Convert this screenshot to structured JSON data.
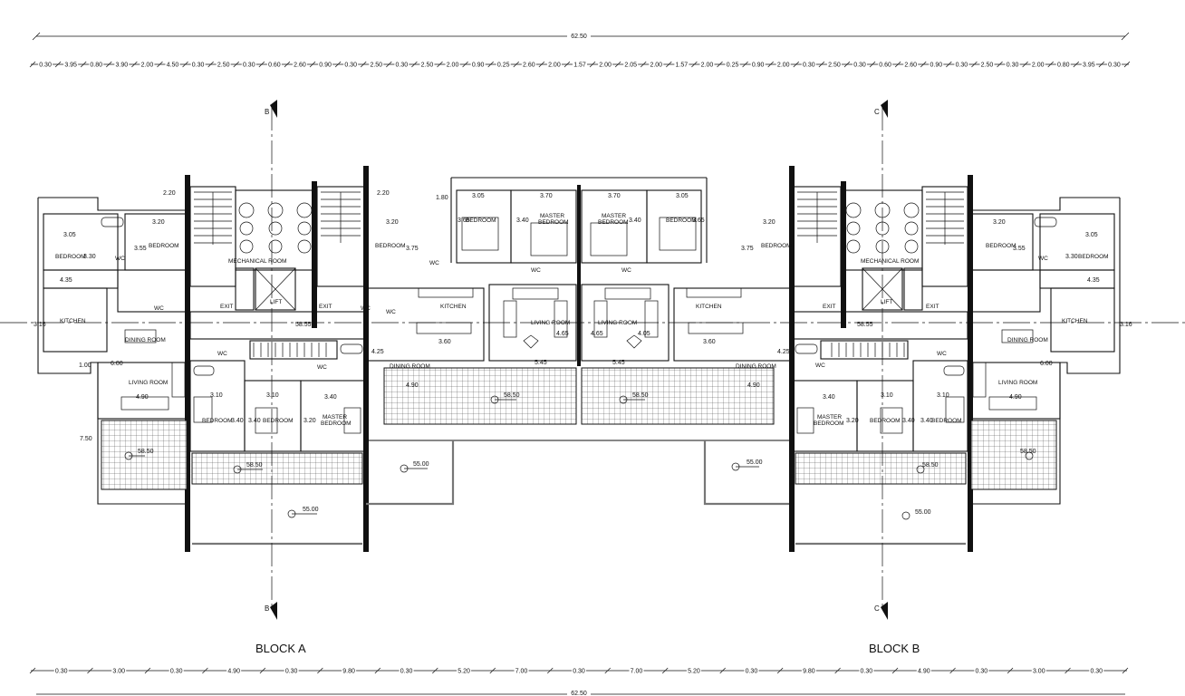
{
  "overall_dimension": "62.50",
  "blocks": {
    "a": "BLOCK A",
    "b": "BLOCK B"
  },
  "sections": {
    "b_top": "B",
    "b_bottom": "B",
    "c_top": "C",
    "c_bottom": "C"
  },
  "levels": {
    "terrace": "58.50",
    "ground": "55.00",
    "hall": "58.55"
  },
  "top_dims": [
    "0.30",
    "3.95",
    "0.80",
    "3.90",
    "2.00",
    "4.50",
    "0.30",
    "2.50",
    "0.30",
    "0.60",
    "2.60",
    "0.90",
    "0.30",
    "2.50",
    "0.30",
    "2.50",
    "2.00",
    "0.90",
    "0.25",
    "2.60",
    "2.00",
    "1.57",
    "2.00",
    "2.05",
    "2.00",
    "1.57",
    "2.00",
    "0.25",
    "0.90",
    "2.00",
    "0.30",
    "2.50",
    "0.30",
    "0.60",
    "2.60",
    "0.90",
    "0.30",
    "2.50",
    "0.30",
    "2.00",
    "0.80",
    "3.95",
    "0.30"
  ],
  "bottom_dims": [
    "0.30",
    "3.00",
    "0.30",
    "4.90",
    "0.30",
    "9.80",
    "0.30",
    "5.20",
    "7.00",
    "0.30",
    "7.00",
    "5.20",
    "0.30",
    "9.80",
    "0.30",
    "4.90",
    "0.30",
    "3.00",
    "0.30"
  ],
  "rooms": {
    "bedroom": "BEDROOM",
    "master_bedroom": "MASTER BEDROOM",
    "master_line1": "MASTER",
    "master_line2": "BEDROOM",
    "kitchen": "KITCHEN",
    "living_room": "LIVING ROOM",
    "dining_room": "DINING ROOM",
    "wc": "WC",
    "exit": "EXIT",
    "lift": "LIFT",
    "mechanical_room": "MECHANICAL ROOM"
  },
  "interior_dims": {
    "d305": "3.05",
    "d320": "3.20",
    "d330": "3.30",
    "d355": "3.55",
    "d435": "4.35",
    "d316": "3.16",
    "d100": "1.00",
    "d600": "6.00",
    "d490": "4.90",
    "d310": "3.10",
    "d340": "3.40",
    "d750": "7.50",
    "d220": "2.20",
    "d375": "3.75",
    "d180": "1.80",
    "d365": "3.65",
    "d370": "3.70",
    "d425": "4.25",
    "d360": "3.60",
    "d465": "4.65",
    "d545": "5.45",
    "d405": "4.05",
    "d310b": "3.10"
  },
  "colors": {
    "ink": "#111111",
    "paper": "#ffffff",
    "balcony_grey": "#777777"
  }
}
